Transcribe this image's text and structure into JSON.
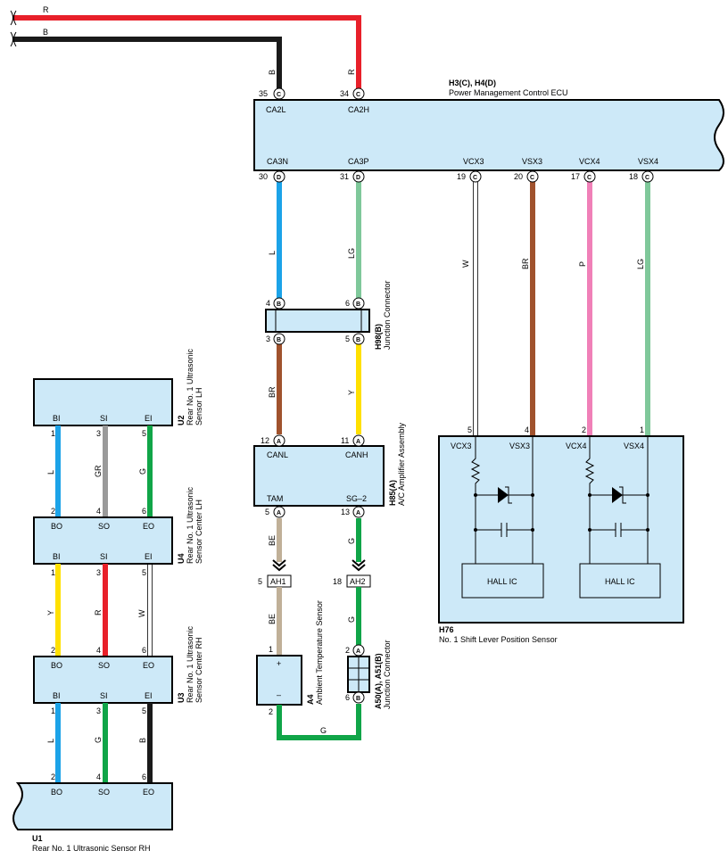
{
  "ecu": {
    "id": "H3(C), H4(D)",
    "name": "Power Management Control ECU",
    "top_pins": [
      {
        "num": "35",
        "code": "C",
        "label": "CA2L",
        "wire": "B"
      },
      {
        "num": "34",
        "code": "C",
        "label": "CA2H",
        "wire": "R"
      }
    ],
    "bottom_pins": [
      {
        "num": "30",
        "code": "D",
        "label": "CA3N",
        "wire": "L"
      },
      {
        "num": "31",
        "code": "D",
        "label": "CA3P",
        "wire": "LG"
      },
      {
        "num": "19",
        "code": "C",
        "label": "VCX3",
        "wire": "W"
      },
      {
        "num": "20",
        "code": "C",
        "label": "VSX3",
        "wire": "BR"
      },
      {
        "num": "17",
        "code": "C",
        "label": "VCX4",
        "wire": "P"
      },
      {
        "num": "18",
        "code": "C",
        "label": "VSX4",
        "wire": "LG"
      }
    ]
  },
  "incoming": {
    "red_label": "R",
    "black_label": "B"
  },
  "h98": {
    "id": "H98(B)",
    "name": "Junction Connector",
    "pins": [
      {
        "num": "4",
        "code": "B"
      },
      {
        "num": "6",
        "code": "B"
      },
      {
        "num": "3",
        "code": "B"
      },
      {
        "num": "5",
        "code": "B"
      }
    ],
    "wires": [
      "BR",
      "Y"
    ]
  },
  "h85": {
    "id": "H85(A)",
    "name": "A/C Amplifier Assembly",
    "pins": [
      {
        "num": "12",
        "code": "A",
        "label": "CANL"
      },
      {
        "num": "11",
        "code": "A",
        "label": "CANH"
      },
      {
        "num": "5",
        "code": "A",
        "label": "TAM"
      },
      {
        "num": "13",
        "code": "A",
        "label": "SG–2"
      }
    ],
    "wires": [
      "BE",
      "G"
    ]
  },
  "ah": [
    {
      "num": "5",
      "label": "AH1",
      "wire": "BE"
    },
    {
      "num": "18",
      "label": "AH2",
      "wire": "G"
    }
  ],
  "a4": {
    "id": "A4",
    "name": "Ambient Temperature Sensor",
    "plus": "+",
    "minus": "–",
    "pin_top": "1",
    "pin_bottom": "2"
  },
  "a50": {
    "id": "A50(A), A51(B)",
    "name": "Junction Connector",
    "pin_top": {
      "num": "2",
      "code": "A"
    },
    "pin_bottom": {
      "num": "6",
      "code": "B"
    }
  },
  "ground_wire": "G",
  "h76": {
    "id": "H76",
    "name": "No. 1 Shift Lever Position Sensor",
    "pins": [
      {
        "num": "5",
        "label": "VCX3"
      },
      {
        "num": "4",
        "label": "VSX3"
      },
      {
        "num": "2",
        "label": "VCX4"
      },
      {
        "num": "1",
        "label": "VSX4"
      }
    ],
    "hall": [
      "HALL IC",
      "HALL IC"
    ]
  },
  "u2": {
    "id": "U2",
    "name_line1": "Rear No. 1 Ultrasonic",
    "name_line2": "Sensor LH",
    "pins": [
      {
        "num": "1",
        "label": "BI"
      },
      {
        "num": "3",
        "label": "SI"
      },
      {
        "num": "5",
        "label": "EI"
      }
    ]
  },
  "u4": {
    "id": "U4",
    "name_line1": "Rear No. 1 Ultrasonic",
    "name_line2": "Sensor Center LH",
    "pins_top": [
      {
        "num": "2",
        "label": "BO"
      },
      {
        "num": "4",
        "label": "SO"
      },
      {
        "num": "6",
        "label": "EO"
      }
    ],
    "pins_bottom": [
      {
        "num": "1",
        "label": "BI"
      },
      {
        "num": "3",
        "label": "SI"
      },
      {
        "num": "5",
        "label": "EI"
      }
    ]
  },
  "u3": {
    "id": "U3",
    "name_line1": "Rear No. 1 Ultrasonic",
    "name_line2": "Sensor Center RH",
    "pins_top": [
      {
        "num": "2",
        "label": "BO"
      },
      {
        "num": "4",
        "label": "SO"
      },
      {
        "num": "6",
        "label": "EO"
      }
    ],
    "pins_bottom": [
      {
        "num": "1",
        "label": "BI"
      },
      {
        "num": "3",
        "label": "SI"
      },
      {
        "num": "5",
        "label": "EI"
      }
    ]
  },
  "u1": {
    "id": "U1",
    "name": "Rear No. 1 Ultrasonic Sensor RH",
    "pins": [
      {
        "num": "2",
        "label": "BO"
      },
      {
        "num": "4",
        "label": "SO"
      },
      {
        "num": "6",
        "label": "EO"
      }
    ]
  },
  "u_wires_1": [
    "L",
    "GR",
    "G"
  ],
  "u_wires_2": [
    "Y",
    "R",
    "W"
  ],
  "u_wires_3": [
    "L",
    "G",
    "B"
  ],
  "colors": {
    "R": "#e8202a",
    "B": "#1a1a1a",
    "L": "#1ca3e8",
    "LG": "#7fc89a",
    "W": "#ffffff",
    "BR": "#a0522d",
    "P": "#f080b8",
    "Y": "#ffe000",
    "BE": "#c0b098",
    "G": "#10a548",
    "GR": "#9a9a9a",
    "box": "#cde9f8"
  }
}
